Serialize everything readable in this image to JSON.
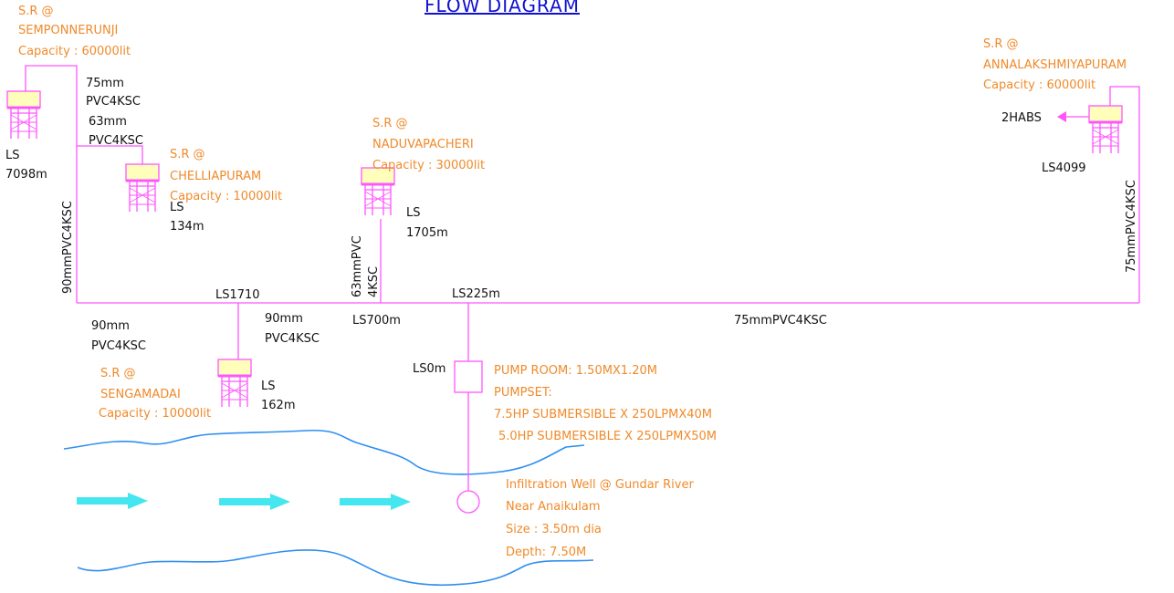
{
  "title": "FLOW DIAGRAM",
  "colors": {
    "pipe": "#ff55ff",
    "tank_fill": "#ffffbb",
    "river": "#2f8ff0",
    "arrow": "#44e6ef",
    "label": "#f08a2a",
    "text": "#111111",
    "title": "#1010d0"
  },
  "reservoirs": {
    "semponnerunji": {
      "line1": "S.R @",
      "line2": "SEMPONNERUNJI",
      "capacity": "Capacity : 60000lit",
      "ls1": "LS",
      "ls2": "7098m"
    },
    "chelliapuram": {
      "line1": "S.R @",
      "line2": "CHELLIAPURAM",
      "capacity": "Capacity : 10000lit",
      "ls1": "LS",
      "ls2": "134m"
    },
    "naduvapacheri": {
      "line1": "S.R @",
      "line2": "NADUVAPACHERI",
      "capacity": "Capacity : 30000lit",
      "ls1": "LS",
      "ls2": "1705m"
    },
    "annalakshmiyapuram": {
      "line1": "S.R @",
      "line2": "ANNALAKSHMIYAPURAM",
      "capacity": "Capacity : 60000lit",
      "habs": "2HABS",
      "ls": "LS4099"
    },
    "sengamadai": {
      "line1": "S.R @",
      "line2": "SENGAMADAI",
      "capacity": "Capacity : 10000lit",
      "ls1": "LS",
      "ls2": "162m"
    }
  },
  "pipes": {
    "p75a1": "75mm",
    "p75a2": "PVC4KSC",
    "p63a1": "63mm",
    "p63a2": "PVC4KSC",
    "p90vert": "90mmPVC4KSC",
    "p90b1": "90mm",
    "p90b2": "PVC4KSC",
    "p90c1": "90mm",
    "p90c2": "PVC4KSC",
    "p63vert1": "63mmPVC",
    "p63vert2": "4KSC",
    "p75main": "75mmPVC4KSC",
    "p75vert": "75mmPVC4KSC"
  },
  "chainage": {
    "ls1710": "LS1710",
    "ls700": "LS700m",
    "ls225": "LS225m",
    "ls0": "LS0m"
  },
  "pump": {
    "room": "PUMP ROOM: 1.50MX1.20M",
    "pumpset": "PUMPSET:",
    "p1": "7.5HP SUBMERSIBLE X 250LPMX40M",
    "p2": "5.0HP SUBMERSIBLE X 250LPMX50M"
  },
  "well": {
    "l1": "Infiltration Well @ Gundar River",
    "l2": "Near Anaikulam",
    "l3": "Size :  3.50m dia",
    "l4": "Depth: 7.50M"
  }
}
